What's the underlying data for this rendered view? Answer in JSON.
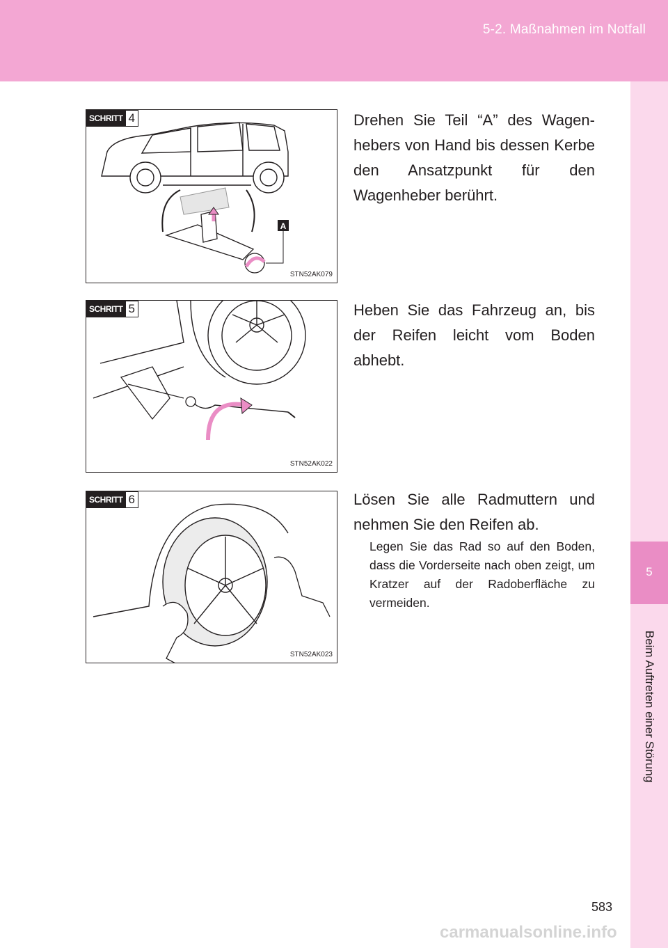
{
  "header": {
    "section": "5-2. Maßnahmen im Notfall"
  },
  "sidebar": {
    "chapter_number": "5",
    "chapter_title": "Beim Auftreten einer Störung"
  },
  "steps": [
    {
      "badge": "SCHRITT",
      "number": "4",
      "image_code": "STN52AK079",
      "callout": "A",
      "text": "Drehen Sie Teil “A” des Wagen­hebers von Hand bis dessen Kerbe den Ansatzpunkt für den Wagenheber berührt."
    },
    {
      "badge": "SCHRITT",
      "number": "5",
      "image_code": "STN52AK022",
      "text": "Heben Sie das Fahrzeug an, bis der Reifen leicht vom Boden abhebt."
    },
    {
      "badge": "SCHRITT",
      "number": "6",
      "image_code": "STN52AK023",
      "text": "Lösen Sie alle Radmuttern und nehmen Sie den Reifen ab.",
      "note": "Legen Sie das Rad so auf den Boden, dass die Vorderseite nach oben zeigt, um Kratzer auf der Radoberfläche zu vermeiden."
    }
  ],
  "page_number": "583",
  "watermark": "carmanualsonline.info",
  "colors": {
    "header_pink": "#f3a7d3",
    "tab_light_pink": "#fbd9ec",
    "tab_active_pink": "#ea8dc5",
    "ink": "#231f20"
  }
}
